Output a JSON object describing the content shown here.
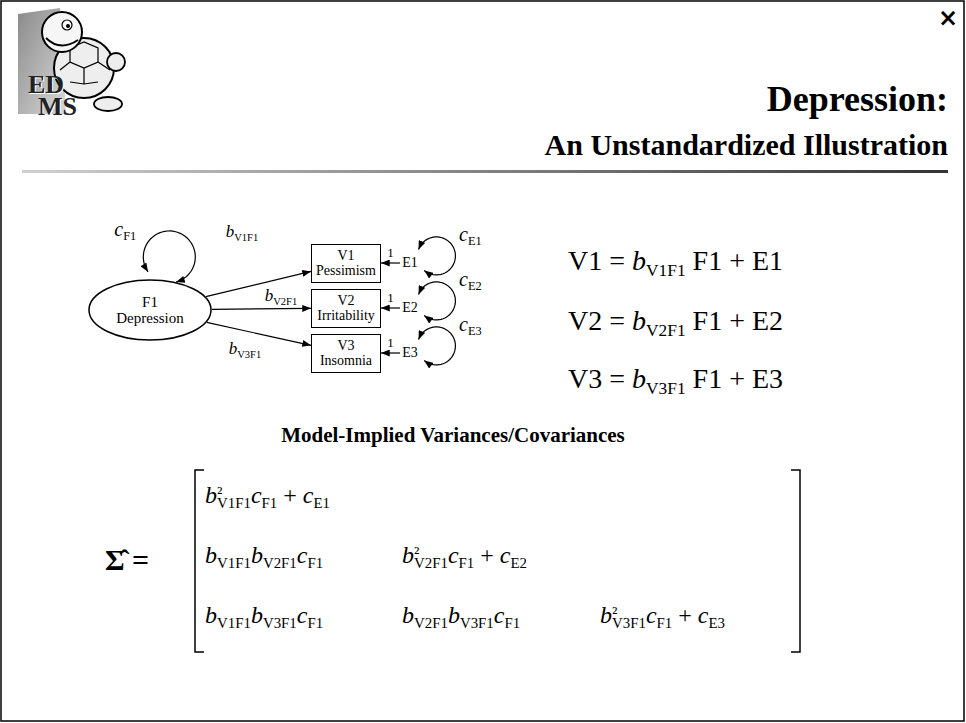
{
  "diagram": {
    "title": "Depression:",
    "nodes": [
      {
        "text": [
          "F1 Depression"
        ]
      },
      {
        "text": [
          "V1 Pessimism"
        ]
      },
      {
        "text": [
          "V2 Irritability"
        ]
      },
      {
        "text": [
          "V3 Insomnia"
        ]
      },
      {
        "text": [
          "E1"
        ]
      },
      {
        "text": [
          "E2"
        ]
      },
      {
        "text": [
          "E3"
        ]
      }
    ],
    "edges": [
      {
        "from": 0,
        "to": 0,
        "arrow": "both",
        "label": "cF1"
      },
      {
        "from": 0,
        "to": 1,
        "arrow": "to",
        "label": "bV1F1"
      },
      {
        "from": 0,
        "to": 2,
        "arrow": "to",
        "label": "bV2F1"
      },
      {
        "from": 0,
        "to": 3,
        "arrow": "to",
        "label": "bV3F1"
      },
      {
        "from": 4,
        "to": 1,
        "arrow": "to",
        "label": "1"
      },
      {
        "from": 5,
        "to": 2,
        "arrow": "to",
        "label": "1"
      },
      {
        "from": 6,
        "to": 3,
        "arrow": "to",
        "label": "1"
      },
      {
        "from": 4,
        "to": 4,
        "arrow": "both",
        "label": "cE1"
      },
      {
        "from": 5,
        "to": 5,
        "arrow": "both",
        "label": "cE2"
      },
      {
        "from": 6,
        "to": 6,
        "arrow": "both",
        "label": "cE3"
      }
    ],
    "labels": [
      "×",
      "ED",
      "MS",
      "An Unstandardized Illustration",
      "V1 = bV1F1 F1 + E1",
      "V2 = bV2F1 F1 + E2",
      "V3 = bV3F1 F1 + E3",
      "Model-Implied Variances/Covariances",
      "Σ̂ =",
      "b²V1F1cF1 + cE1",
      "bV1F1bV2F1cF1",
      "b²V2F1cF1 + cE2",
      "bV1F1bV3F1cF1",
      "bV2F1bV3F1cF1",
      "b²V3F1cF1 + cE3"
    ]
  }
}
